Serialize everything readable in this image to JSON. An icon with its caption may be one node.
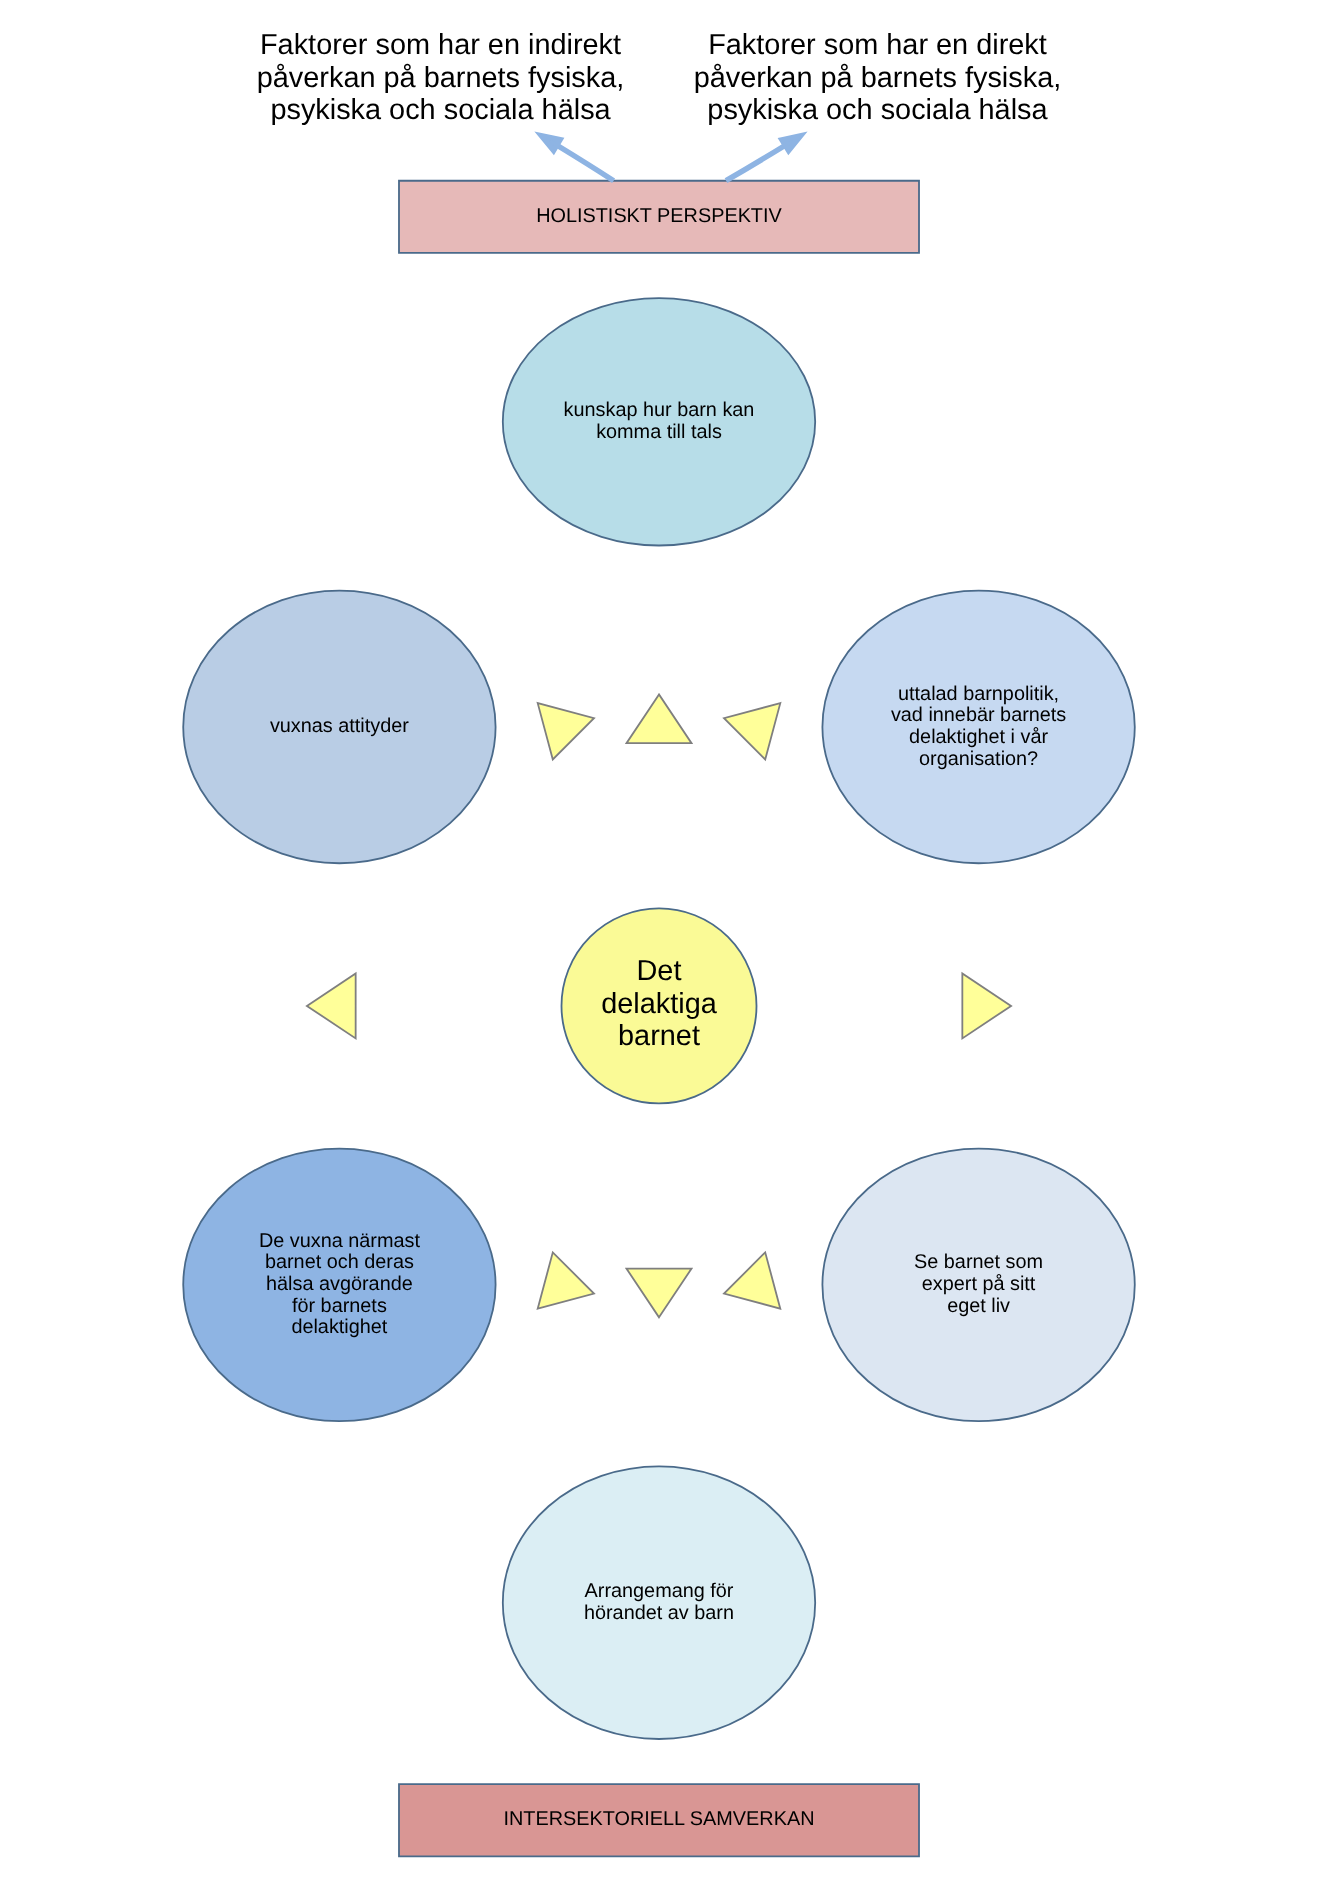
{
  "diagram": {
    "nodes": [
      {
        "text": [
          "Faktorer som har en indirekt påverkan på barnets fysiska, psykiska och sociala hälsa"
        ]
      },
      {
        "text": [
          "Faktorer som har en direkt påverkan på barnets fysiska, psykiska och sociala hälsa"
        ]
      },
      {
        "text": [
          "HOLISTISKT PERSPEKTIV"
        ]
      },
      {
        "text": [
          "kunskap hur barn kan komma till tals"
        ]
      },
      {
        "text": [
          "vuxnas attityder"
        ]
      },
      {
        "text": [
          "uttalad barnpolitik, vad innebär barnets delaktighet i vår organisation?"
        ]
      },
      {
        "text": [],
        "shape": "triangle"
      },
      {
        "text": [],
        "shape": "triangle"
      },
      {
        "text": [],
        "shape": "triangle"
      },
      {
        "text": [],
        "shape": "triangle"
      },
      {
        "text": [
          "Det delaktiga barnet"
        ]
      },
      {
        "text": [],
        "shape": "triangle"
      },
      {
        "text": [
          "De vuxna närmast barnet och deras hälsa avgörande för barnets delaktighet"
        ]
      },
      {
        "text": [],
        "shape": "triangle"
      },
      {
        "text": [],
        "shape": "triangle"
      },
      {
        "text": [],
        "shape": "triangle"
      },
      {
        "text": [
          "Se barnet som expert på sitt eget liv"
        ]
      },
      {
        "text": [
          "Arrangemang för hörandet av barn"
        ]
      },
      {
        "text": [
          "INTERSEKTORIELL SAMVERKAN"
        ]
      }
    ],
    "edges": [
      {
        "from": 2,
        "to": 0,
        "arrow": "to",
        "color": "#8eb4e3"
      },
      {
        "from": 2,
        "to": 1,
        "arrow": "to",
        "color": "#8eb4e3"
      }
    ]
  }
}
